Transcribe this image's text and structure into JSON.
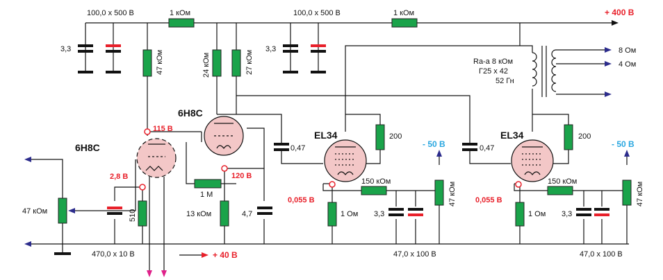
{
  "colors": {
    "resistor": "#1aa34a",
    "tube_fill": "#f3c7c7",
    "red_label": "#e8202a",
    "blue_label": "#2aa7e0",
    "arrow_blue": "#2c2c8c",
    "arrow_magenta": "#e0208a",
    "cap_red": "#e8202a"
  },
  "supply": {
    "plus400": "+ 400 В",
    "plus40": "+ 40 В",
    "minus50_a": "- 50 В",
    "minus50_b": "- 50 В"
  },
  "tubes": {
    "v1": "6Н8С",
    "v2": "6Н8С",
    "v3": "EL34",
    "v4": "EL34"
  },
  "voltages": {
    "v115": "115 В",
    "v120": "120 В",
    "v2_8": "2,8 В",
    "v0055_a": "0,055 В",
    "v0055_b": "0,055 В"
  },
  "components": {
    "cap_100_500_a": "100,0 x 500 В",
    "cap_100_500_b": "100,0 x 500 В",
    "res_1k_a": "1 кОм",
    "res_1k_b": "1 кОм",
    "cap_3_3_a": "3,3",
    "cap_3_3_b": "3,3",
    "cap_3_3_c": "3,3",
    "cap_3_3_d": "3,3",
    "res_47k_a": "47 кОм",
    "res_24k": "24 кОм",
    "res_27k": "27 кОм",
    "res_47k_pot": "47 кОм",
    "res_510": "510",
    "cap_470_10": "470,0 x 10 В",
    "res_1m": "1 М",
    "res_13k": "13 кОм",
    "cap_4_7": "4,7",
    "cap_0_47_a": "0,47",
    "cap_0_47_b": "0,47",
    "res_200_a": "200",
    "res_200_b": "200",
    "res_150k_a": "150 кОм",
    "res_150k_b": "150 кОм",
    "res_1ohm_a": "1 Ом",
    "res_1ohm_b": "1 Ом",
    "res_47k_b": "47 кОм",
    "res_47k_c": "47 кОм",
    "cap_47_100_a": "47,0 x 100 В",
    "cap_47_100_b": "47,0 x 100 В"
  },
  "transformer": {
    "line1": "Ra-a 8 кОм",
    "line2": "Г25 x 42",
    "line3": "52 Гн",
    "out8": "8 Ом",
    "out4": "4 Ом"
  }
}
